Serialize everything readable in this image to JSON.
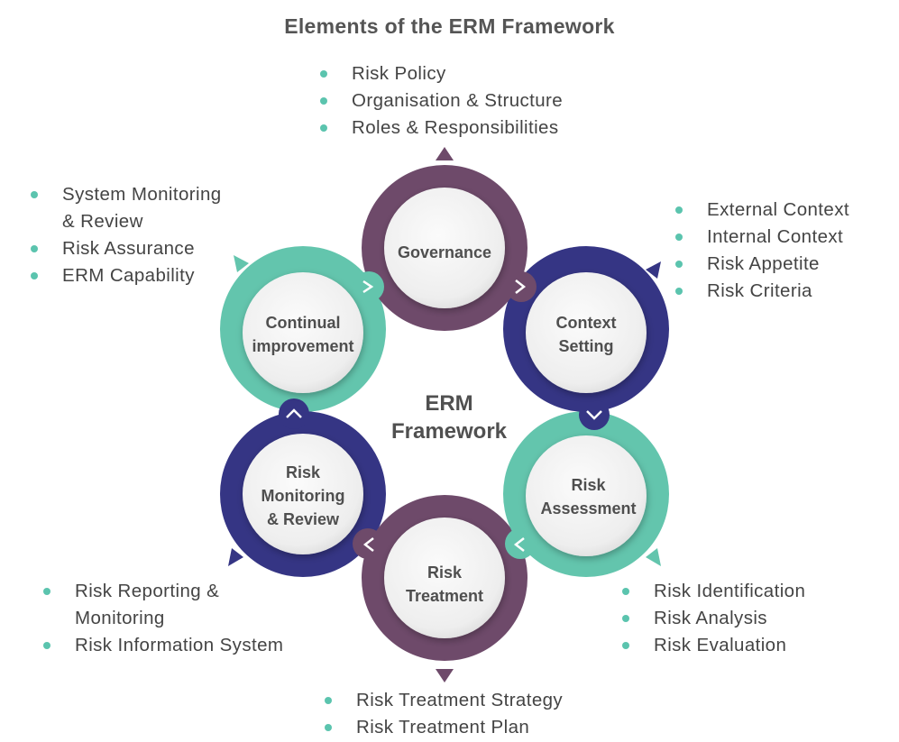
{
  "title": "Elements of the ERM Framework",
  "center": {
    "line1": "ERM",
    "line2": "Framework"
  },
  "colors": {
    "purple": "#6e4a6a",
    "navy": "#353584",
    "teal": "#63c5ad",
    "bullet": "#5bc4ae",
    "text": "#4a4a4a"
  },
  "nodes": [
    {
      "id": "governance",
      "line1": "Governance",
      "line2": "",
      "color": "purple"
    },
    {
      "id": "context-setting",
      "line1": "Context",
      "line2": "Setting",
      "color": "navy"
    },
    {
      "id": "risk-assessment",
      "line1": "Risk",
      "line2": "Assessment",
      "color": "teal"
    },
    {
      "id": "risk-treatment",
      "line1": "Risk",
      "line2": "Treatment",
      "color": "purple"
    },
    {
      "id": "risk-monitoring",
      "line1": "Risk",
      "line2": "Monitoring",
      "line3": "& Review",
      "color": "navy"
    },
    {
      "id": "continual-improvement",
      "line1": "Continual",
      "line2": "improvement",
      "color": "teal"
    }
  ],
  "groups": {
    "governance": [
      "Risk Policy",
      "Organisation & Structure",
      "Roles & Responsibilities"
    ],
    "context_setting": [
      "External Context",
      "Internal Context",
      "Risk Appetite",
      "Risk Criteria"
    ],
    "risk_assessment": [
      "Risk Identification",
      "Risk Analysis",
      "Risk Evaluation"
    ],
    "risk_treatment": [
      "Risk Treatment Strategy",
      "Risk Treatment Plan"
    ],
    "risk_monitoring": {
      "item1_a": "Risk Reporting &",
      "item1_b": "Monitoring",
      "item2": "Risk Information System"
    },
    "continual_improvement": {
      "item1_a": "System Monitoring",
      "item1_b": "& Review",
      "item2": "Risk Assurance",
      "item3": "ERM Capability"
    }
  }
}
